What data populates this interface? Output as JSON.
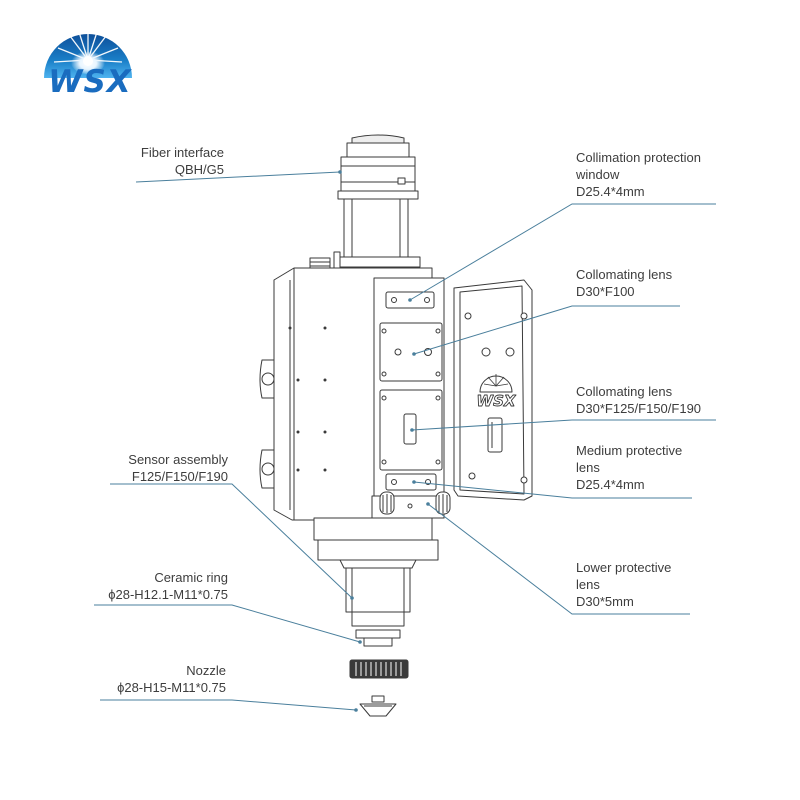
{
  "logo": {
    "text": "WSX",
    "colors": {
      "primary": "#1a7fc8",
      "dark": "#0d4f9a",
      "light": "#4fb3ef"
    }
  },
  "accent_line_color": "#4a7f9c",
  "labels": {
    "fiber": {
      "line1": "Fiber interface",
      "line2": "QBH/G5"
    },
    "sensor": {
      "line1": "Sensor assembly",
      "line2": "F125/F150/F190"
    },
    "ceramic": {
      "line1": "Ceramic ring",
      "line2": "ϕ28-H12.1-M11*0.75"
    },
    "nozzle": {
      "line1": "Nozzle",
      "line2": "ϕ28-H15-M11*0.75"
    },
    "collimation_window": {
      "line1": "Collimation protection",
      "line2": "window",
      "line3": "D25.4*4mm"
    },
    "collimating_lens_1": {
      "line1": "Collomating lens",
      "line2": "D30*F100"
    },
    "collimating_lens_2": {
      "line1": "Collomating lens",
      "line2": "D30*F125/F150/F190"
    },
    "medium_protective": {
      "line1": "Medium protective",
      "line2": "lens",
      "line3": "D25.4*4mm"
    },
    "lower_protective": {
      "line1": "Lower protective",
      "line2": "lens",
      "line3": "D30*5mm"
    }
  }
}
